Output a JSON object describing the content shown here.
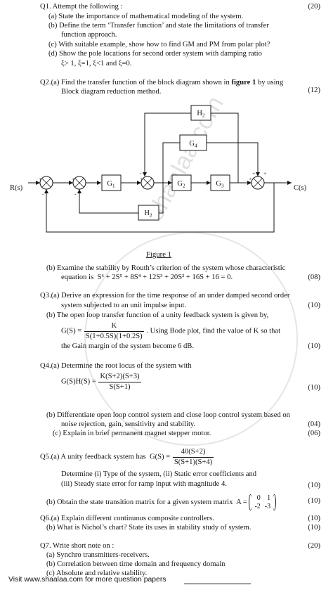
{
  "q1": {
    "title": "Q1. Attempt the following :",
    "marks": "(20)",
    "a": "(a) State the importance of mathematical modeling of the system.",
    "b1": "(b) Define the term ‘Transfer function’ and state the limitations of transfer",
    "b2": "function approach.",
    "c": "(c) With suitable example, show how to find GM and PM from polar plot?",
    "d1": "(d) Show the pole locations for second order system with damping ratio",
    "d2": "ξ> 1, ξ=1, ξ<1 and ξ=0."
  },
  "q2": {
    "a1_prefix": "Q2.(a) Find the transfer function of the block diagram shown in ",
    "a1_bold": "figure 1",
    "a1_suffix": " by using",
    "a2": "Block diagram reduction method.",
    "a_marks": "(12)",
    "figure": {
      "caption": "Figure 1",
      "input_label": "R(s)",
      "output_label": "C(s)",
      "blocks": [
        "H2",
        "G4",
        "G1",
        "G2",
        "G3",
        "H2"
      ],
      "signs": [
        "+",
        "-",
        "+",
        "-",
        "+",
        "-",
        "+",
        "+",
        "+"
      ]
    },
    "b1": "(b) Examine the stability by Routh’s criterion of the system whose characteristic",
    "b2_prefix": "equation is  S",
    "b_equation": "S⁶ + 2S⁵ + 8S⁴ + 12S³ + 20S² + 16S + 16 = 0.",
    "b_marks": "(08)"
  },
  "q3": {
    "a1": "Q3.(a) Derive an expression for the time response of an under damped second order",
    "a2": "system subjected to an unit impulse input.",
    "a_marks": "(10)",
    "b1": "(b) The open loop transfer function of a unity feedback system is given by,",
    "b_gs": "G(S) =",
    "b_num": "K",
    "b_den": "S(1+0.5S)(1+0.2S)",
    "b_tail": ". Using Bode plot, find the value of K so that",
    "b3": "the Gain margin of the system become 6 dB.",
    "b_marks": "(10)"
  },
  "q4": {
    "a1": "Q4.(a) Determine the root locus of the system with",
    "a_gh": "G(S)H(S) =",
    "a_num": "K(S+2)(S+3)",
    "a_den": "S(S+1)",
    "a_marks": "(10)",
    "b1": "(b) Differentiate open loop control system and close loop control system based on",
    "b2": "noise rejection, gain, sensitivity and stability.",
    "b_marks": "(04)",
    "c": "(c) Explain in brief permanent magnet stepper motor.",
    "c_marks": "(06)"
  },
  "q5": {
    "a1": "Q5.(a) A unity feedback system has",
    "a_gs": "G(S) =",
    "a_num": "40(S+2)",
    "a_den": "S(S+1)(S+4)",
    "a2": "Determine (i) Type of the system, (ii) Static error coefficients and",
    "a3": "(iii) Steady state error for ramp input with magnitude 4.",
    "a_marks": "(10)",
    "b1": "(b) Obtain the state transition matrix for a given system matrix",
    "b_a": "A =",
    "b_matrix": [
      [
        "0",
        "1"
      ],
      [
        "-2",
        "-3"
      ]
    ],
    "b_marks": "(10)"
  },
  "q6": {
    "a": "Q6.(a) Explain different continuous composite controllers.",
    "a_marks": "(10)",
    "b": "(b) What is Nichol’s chart? State its uses in stability study of system.",
    "b_marks": "(10)"
  },
  "q7": {
    "title": "Q7. Write short note on :",
    "marks": "(20)",
    "a": "(a) Synchro transmitters-receivers.",
    "b": "(b) Correlation between time domain and frequency domain",
    "c": "(c) Absolute and relative stability."
  },
  "watermark": "shaalaa.com",
  "footer": "Visit www.shaalaa.com for more question papers"
}
